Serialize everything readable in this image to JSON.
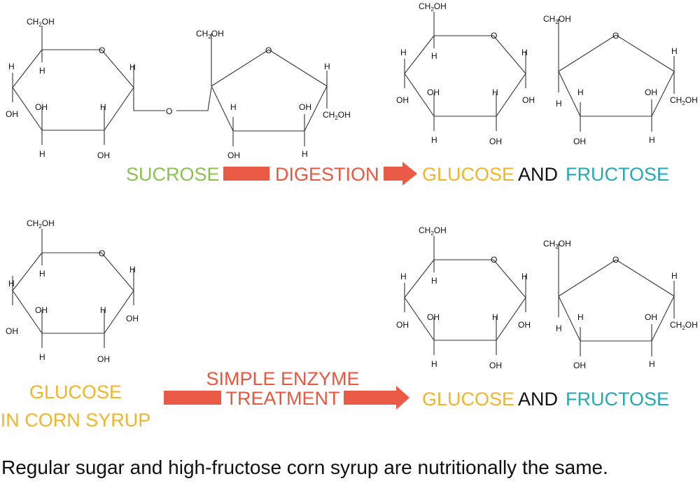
{
  "colors": {
    "sucrose": "#8cc152",
    "digestion": "#e9573f",
    "glucose": "#f0b429",
    "and": "#111111",
    "fructose": "#26a7b5",
    "enzyme": "#e9573f",
    "arrow": "#ea5b45"
  },
  "chem": {
    "ch2oh_main": "CH",
    "ch2oh_sub": "2",
    "ch2oh_end": "OH",
    "oh": "OH",
    "h": "H",
    "o": "O"
  },
  "row1": {
    "sucrose": "SUCROSE",
    "digestion": "DIGESTION",
    "glucose": "GLUCOSE",
    "and": "AND",
    "fructose": "FRUCTOSE"
  },
  "row2": {
    "glucose_line1": "GLUCOSE",
    "glucose_line2": "IN CORN SYRUP",
    "enzyme_line1": "SIMPLE ENZYME",
    "enzyme_line2": "TREATMENT",
    "glucose": "GLUCOSE",
    "and": "AND",
    "fructose": "FRUCTOSE"
  },
  "caption": "Regular sugar and high-fructose corn syrup are nutritionally the same."
}
